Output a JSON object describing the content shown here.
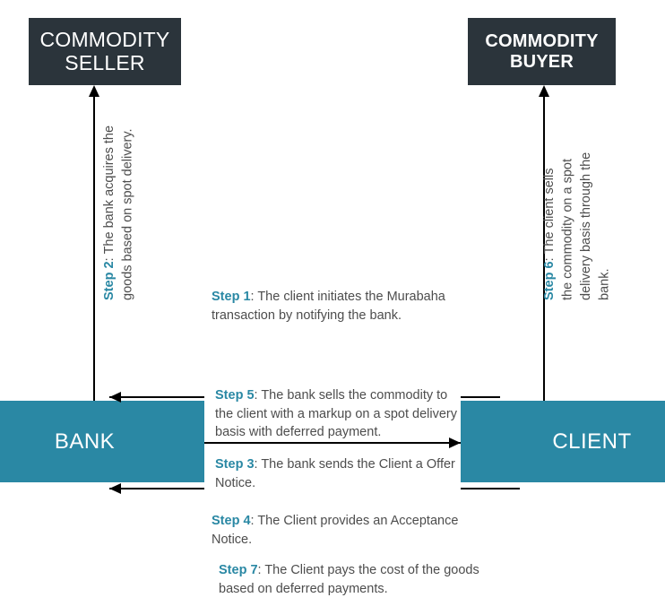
{
  "diagram": {
    "title": "Murabaha Commodity Transaction Flow",
    "accent_color": "#2A88A4",
    "box_dark_color": "#2B343B",
    "text_color": "#4D4D4D",
    "arrow_color": "#000000"
  },
  "parties": {
    "commodity_seller": "COMMODITY SELLER",
    "commodity_buyer": "COMMODITY BUYER",
    "bank": "BANK",
    "client": "CLIENT"
  },
  "steps": [
    {
      "id": 1,
      "label": "Step 1",
      "separator": ": ",
      "text": "The client initiates the Murabaha transaction by notifying the bank.",
      "orientation": "horizontal"
    },
    {
      "id": 2,
      "label": "Step 2",
      "separator": ": ",
      "text": "The bank acquires the goods based on spot delivery.",
      "orientation": "vertical"
    },
    {
      "id": 3,
      "label": "Step 3",
      "separator": ": ",
      "text": "The bank sends the Client a Offer Notice.",
      "orientation": "horizontal"
    },
    {
      "id": 4,
      "label": "Step 4",
      "separator": ": ",
      "text": "The Client provides an Acceptance Notice.",
      "orientation": "horizontal"
    },
    {
      "id": 5,
      "label": "Step 5",
      "separator": ": ",
      "text": "The bank sells the commodity to the client with a markup on a spot delivery basis with deferred payment.",
      "orientation": "horizontal"
    },
    {
      "id": 6,
      "label": "Step 6",
      "separator": ": ",
      "text": "The client sells the commodity on a spot delivery basis through the bank.",
      "orientation": "vertical"
    },
    {
      "id": 7,
      "label": "Step 7",
      "separator": ": ",
      "text": "The Client pays the cost of the goods based on deferred payments.",
      "orientation": "horizontal"
    }
  ],
  "arrows": [
    {
      "name": "bank-to-commodity-seller",
      "direction": "up",
      "from": "BANK",
      "to": "COMMODITY SELLER"
    },
    {
      "name": "client-to-commodity-buyer",
      "direction": "up",
      "from": "CLIENT",
      "to": "COMMODITY BUYER"
    },
    {
      "name": "client-to-bank-step5",
      "direction": "left",
      "from": "CLIENT",
      "to": "BANK"
    },
    {
      "name": "bank-to-client-step3",
      "direction": "right",
      "from": "BANK",
      "to": "CLIENT"
    },
    {
      "name": "client-to-bank-step4",
      "direction": "left",
      "from": "CLIENT",
      "to": "BANK"
    }
  ]
}
